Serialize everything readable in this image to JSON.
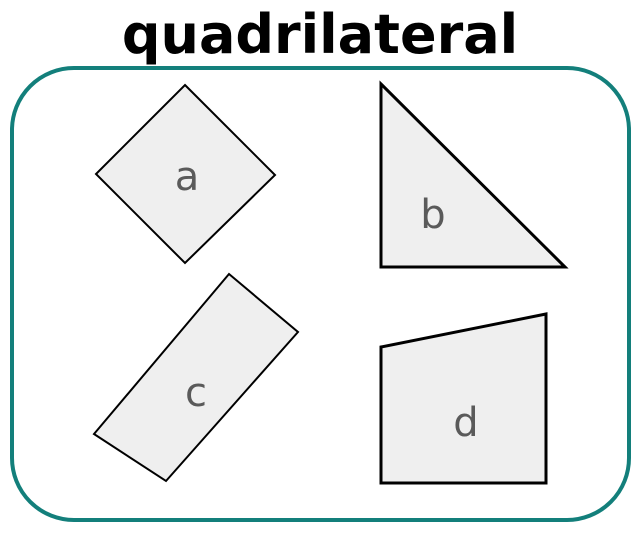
{
  "title": "quadrilateral",
  "colors": {
    "frame": "#137f7b",
    "shape_fill": "#efefef",
    "shape_stroke": "#000000",
    "label": "#5a5a5a"
  },
  "shapes": [
    {
      "label": "a",
      "kind": "square rotated 45° (diamond)",
      "is_quadrilateral": true
    },
    {
      "label": "b",
      "kind": "right triangle",
      "is_quadrilateral": false
    },
    {
      "label": "c",
      "kind": "rotated rectangle",
      "is_quadrilateral": true
    },
    {
      "label": "d",
      "kind": "right trapezoid",
      "is_quadrilateral": true
    }
  ]
}
